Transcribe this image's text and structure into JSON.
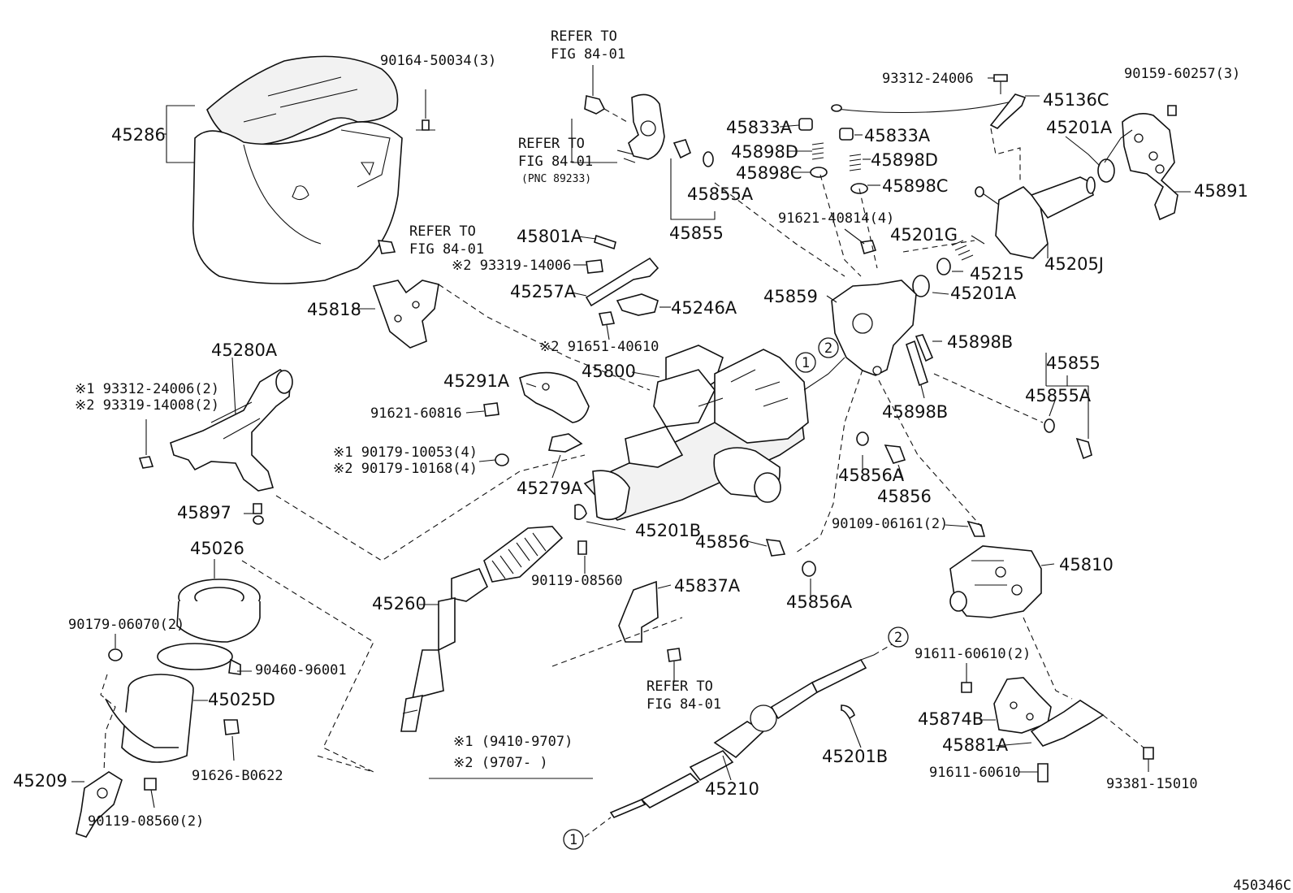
{
  "diagram_id": "450346C",
  "callouts": [
    {
      "id": "c-45286",
      "text": "45286",
      "style": "big"
    },
    {
      "id": "c-90164",
      "text": "90164-50034(3)",
      "style": "norm"
    },
    {
      "id": "c-ref1a",
      "text": "REFER TO",
      "style": "norm"
    },
    {
      "id": "c-ref1b",
      "text": "FIG 84-01",
      "style": "norm"
    },
    {
      "id": "c-ref2a",
      "text": "REFER TO",
      "style": "norm"
    },
    {
      "id": "c-ref2b",
      "text": "FIG 84-01",
      "style": "norm"
    },
    {
      "id": "c-pnc",
      "text": "(PNC 89233)",
      "style": "small"
    },
    {
      "id": "c-ref3a",
      "text": "REFER TO",
      "style": "norm"
    },
    {
      "id": "c-ref3b",
      "text": "FIG 84-01",
      "style": "norm"
    },
    {
      "id": "c-45818",
      "text": "45818",
      "style": "big"
    },
    {
      "id": "c-45801A",
      "text": "45801A",
      "style": "big"
    },
    {
      "id": "c-93319-14006",
      "text": "※2 93319-14006",
      "style": "norm"
    },
    {
      "id": "c-45257A",
      "text": "45257A",
      "style": "big"
    },
    {
      "id": "c-45246A",
      "text": "45246A",
      "style": "big"
    },
    {
      "id": "c-91651",
      "text": "※2 91651-40610",
      "style": "norm"
    },
    {
      "id": "c-45833A-l",
      "text": "45833A",
      "style": "big"
    },
    {
      "id": "c-45833A-r",
      "text": "45833A",
      "style": "big"
    },
    {
      "id": "c-45898D-l",
      "text": "45898D",
      "style": "big"
    },
    {
      "id": "c-45898D-r",
      "text": "45898D",
      "style": "big"
    },
    {
      "id": "c-45898C-l",
      "text": "45898C",
      "style": "big"
    },
    {
      "id": "c-45898C-r",
      "text": "45898C",
      "style": "big"
    },
    {
      "id": "c-45855A-top",
      "text": "45855A",
      "style": "big"
    },
    {
      "id": "c-45855-top",
      "text": "45855",
      "style": "big"
    },
    {
      "id": "c-93312-top",
      "text": "93312-24006",
      "style": "norm"
    },
    {
      "id": "c-45136C",
      "text": "45136C",
      "style": "big"
    },
    {
      "id": "c-90159",
      "text": "90159-60257(3)",
      "style": "norm"
    },
    {
      "id": "c-45201A-top",
      "text": "45201A",
      "style": "big"
    },
    {
      "id": "c-45891",
      "text": "45891",
      "style": "big"
    },
    {
      "id": "c-91621-40814",
      "text": "91621-40814(4)",
      "style": "norm"
    },
    {
      "id": "c-45201G",
      "text": "45201G",
      "style": "big"
    },
    {
      "id": "c-45215",
      "text": "45215",
      "style": "big"
    },
    {
      "id": "c-45205J",
      "text": "45205J",
      "style": "big"
    },
    {
      "id": "c-45859",
      "text": "45859",
      "style": "big"
    },
    {
      "id": "c-45201A-mid",
      "text": "45201A",
      "style": "big"
    },
    {
      "id": "c-45898B-r",
      "text": "45898B",
      "style": "big"
    },
    {
      "id": "c-45898B-l",
      "text": "45898B",
      "style": "big"
    },
    {
      "id": "c-45855-r",
      "text": "45855",
      "style": "big"
    },
    {
      "id": "c-45855A-r",
      "text": "45855A",
      "style": "big"
    },
    {
      "id": "c-45280A",
      "text": "45280A",
      "style": "big"
    },
    {
      "id": "c-93312-24006-2",
      "text": "※1 93312-24006(2)",
      "style": "norm"
    },
    {
      "id": "c-93319-14008",
      "text": "※2 93319-14008(2)",
      "style": "norm"
    },
    {
      "id": "c-45291A",
      "text": "45291A",
      "style": "big"
    },
    {
      "id": "c-45800",
      "text": "45800",
      "style": "big"
    },
    {
      "id": "c-91621-60816",
      "text": "91621-60816",
      "style": "norm"
    },
    {
      "id": "c-90179-10053",
      "text": "※1 90179-10053(4)",
      "style": "norm"
    },
    {
      "id": "c-90179-10168",
      "text": "※2 90179-10168(4)",
      "style": "norm"
    },
    {
      "id": "c-45279A",
      "text": "45279A",
      "style": "big"
    },
    {
      "id": "c-45897",
      "text": "45897",
      "style": "big"
    },
    {
      "id": "c-45856A-top",
      "text": "45856A",
      "style": "big"
    },
    {
      "id": "c-45856-top",
      "text": "45856",
      "style": "big"
    },
    {
      "id": "c-90109",
      "text": "90109-06161(2)",
      "style": "norm"
    },
    {
      "id": "c-45201B-top",
      "text": "45201B",
      "style": "big"
    },
    {
      "id": "c-45856-mid",
      "text": "45856",
      "style": "big"
    },
    {
      "id": "c-45810",
      "text": "45810",
      "style": "big"
    },
    {
      "id": "c-45026",
      "text": "45026",
      "style": "big"
    },
    {
      "id": "c-90119-08560",
      "text": "90119-08560",
      "style": "norm"
    },
    {
      "id": "c-45837A",
      "text": "45837A",
      "style": "big"
    },
    {
      "id": "c-45856A-bot",
      "text": "45856A",
      "style": "big"
    },
    {
      "id": "c-45260",
      "text": "45260",
      "style": "big"
    },
    {
      "id": "c-90179-06070",
      "text": "90179-06070(2)",
      "style": "norm"
    },
    {
      "id": "c-90460",
      "text": "90460-96001",
      "style": "norm"
    },
    {
      "id": "c-ref4a",
      "text": "REFER TO",
      "style": "norm"
    },
    {
      "id": "c-ref4b",
      "text": "FIG 84-01",
      "style": "norm"
    },
    {
      "id": "c-45025D",
      "text": "45025D",
      "style": "big"
    },
    {
      "id": "c-91611-60610-2",
      "text": "91611-60610(2)",
      "style": "norm"
    },
    {
      "id": "c-45874B",
      "text": "45874B",
      "style": "big"
    },
    {
      "id": "c-45881A",
      "text": "45881A",
      "style": "big"
    },
    {
      "id": "c-91611-60610",
      "text": "91611-60610",
      "style": "norm"
    },
    {
      "id": "c-93381",
      "text": "93381-15010",
      "style": "norm"
    },
    {
      "id": "c-91626",
      "text": "91626-B0622",
      "style": "norm"
    },
    {
      "id": "c-45209",
      "text": "45209",
      "style": "big"
    },
    {
      "id": "c-90119-08560-2",
      "text": "90119-08560(2)",
      "style": "norm"
    },
    {
      "id": "c-45210",
      "text": "45210",
      "style": "big"
    },
    {
      "id": "c-45201B-bot",
      "text": "45201B",
      "style": "big"
    },
    {
      "id": "c-note1",
      "text": "※1 (9410-9707)",
      "style": "norm"
    },
    {
      "id": "c-note2",
      "text": "※2 (9707-     )",
      "style": "norm"
    }
  ],
  "markers": [
    {
      "id": "m1-top",
      "text": "1"
    },
    {
      "id": "m2-top",
      "text": "2"
    },
    {
      "id": "m2-bot",
      "text": "2"
    },
    {
      "id": "m1-bot",
      "text": "1"
    }
  ]
}
